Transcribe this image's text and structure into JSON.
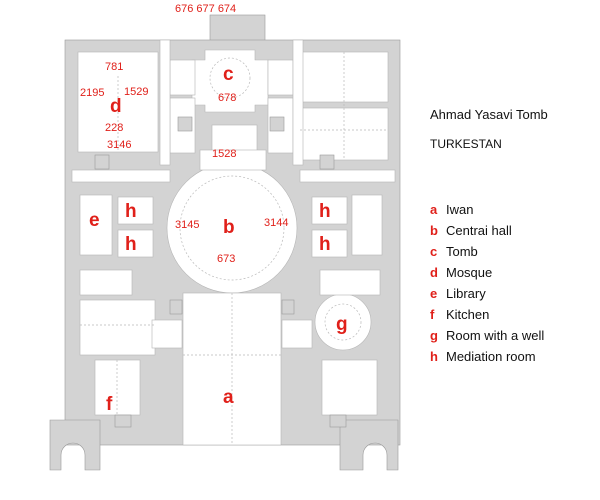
{
  "title": "Ahmad Yasavi Tomb",
  "location": "TURKESTAN",
  "colors": {
    "wall": "#d3d3d3",
    "wall_stroke": "#9a9a9a",
    "label": "#e0201a",
    "text": "#111111"
  },
  "room_numbers": {
    "top": "676 677 674",
    "n781": "781",
    "n2195": "2195",
    "n1529": "1529",
    "n228": "228",
    "n3146": "3146",
    "n678": "678",
    "n1528": "1528",
    "n3145": "3145",
    "n3144": "3144",
    "n673": "673"
  },
  "room_letters": {
    "a": "a",
    "b": "b",
    "c": "c",
    "d": "d",
    "e": "e",
    "f": "f",
    "g": "g",
    "h": "h"
  },
  "legend": [
    {
      "key": "a",
      "label": "Iwan"
    },
    {
      "key": "b",
      "label": "Centrai hall"
    },
    {
      "key": "c",
      "label": "Tomb"
    },
    {
      "key": "d",
      "label": "Mosque"
    },
    {
      "key": "e",
      "label": "Library"
    },
    {
      "key": "f",
      "label": "Kitchen"
    },
    {
      "key": "g",
      "label": "Room with a well"
    },
    {
      "key": "h",
      "label": "Mediation room"
    }
  ]
}
